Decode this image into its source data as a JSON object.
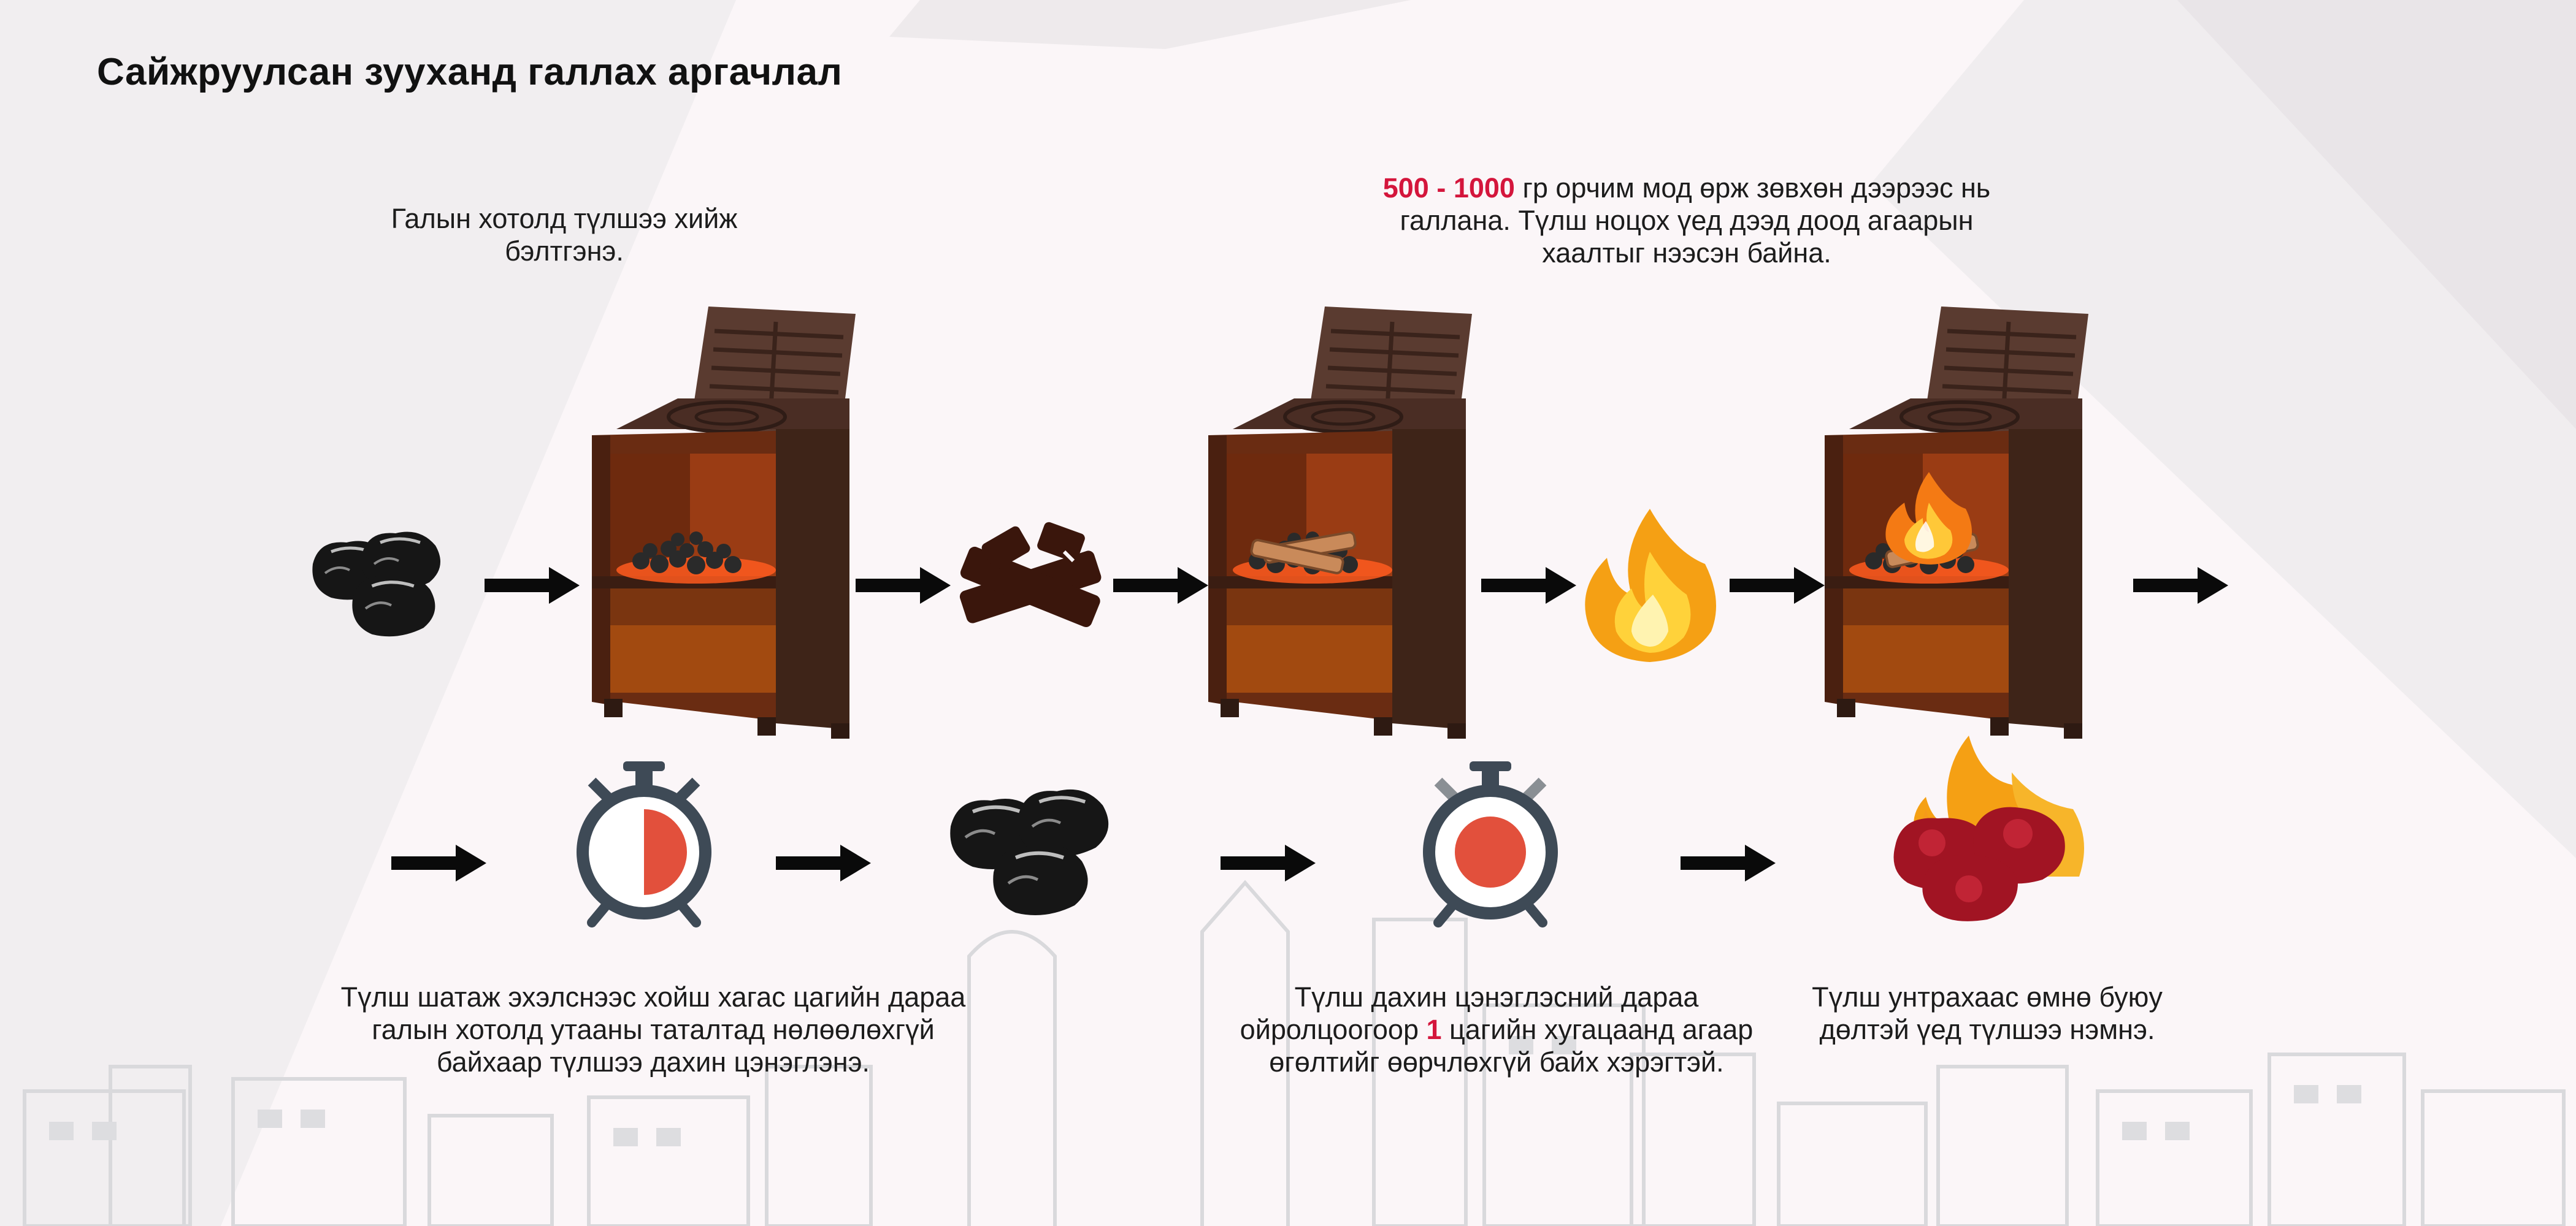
{
  "title": "Сайжруулсан зууханд галлах аргачлал",
  "top_captions": {
    "step1": "Галын хотолд түлшээ хийж бэлтгэнэ.",
    "step2_highlight": "500 - 1000",
    "step2_text": " гр орчим мод өрж зөвхөн дээрээс нь галлана. Түлш ноцох үед дээд доод агаарын хаалтыг нээсэн байна."
  },
  "bottom_captions": {
    "step3": "Түлш шатаж эхэлснээс хойш хагас цагийн дараа галын хотолд утааны таталтад нөлөөлөхгүй байхаар түлшээ дахин цэнэглэнэ.",
    "step4_pre": "Түлш дахин цэнэглэсний дараа ойролцоогоор ",
    "step4_highlight": "1",
    "step4_post": " цагийн хугацаанд агаар өгөлтийг өөрчлөхгүй байх хэрэгтэй.",
    "step5": "Түлш унтрахаас өмнө буюу дөлтэй үед түлшээ нэмнэ."
  },
  "colors": {
    "accent": "#d4163c",
    "stove_body": "#4a2a1e",
    "stove_front": "#7a3414",
    "timer_red": "#e2503c",
    "timer_ring": "#3e4a56"
  },
  "icons": {
    "row1": [
      "coal-icon",
      "arrow-icon",
      "stove-with-coal-icon",
      "arrow-icon",
      "firewood-icon",
      "arrow-icon",
      "stove-with-wood-icon",
      "arrow-icon",
      "flame-icon",
      "arrow-icon",
      "burning-stove-icon",
      "arrow-icon"
    ],
    "row2": [
      "arrow-icon",
      "half-hour-timer-icon",
      "arrow-icon",
      "coal-icon",
      "arrow-icon",
      "one-hour-timer-icon",
      "arrow-icon",
      "burning-coal-icon"
    ]
  }
}
